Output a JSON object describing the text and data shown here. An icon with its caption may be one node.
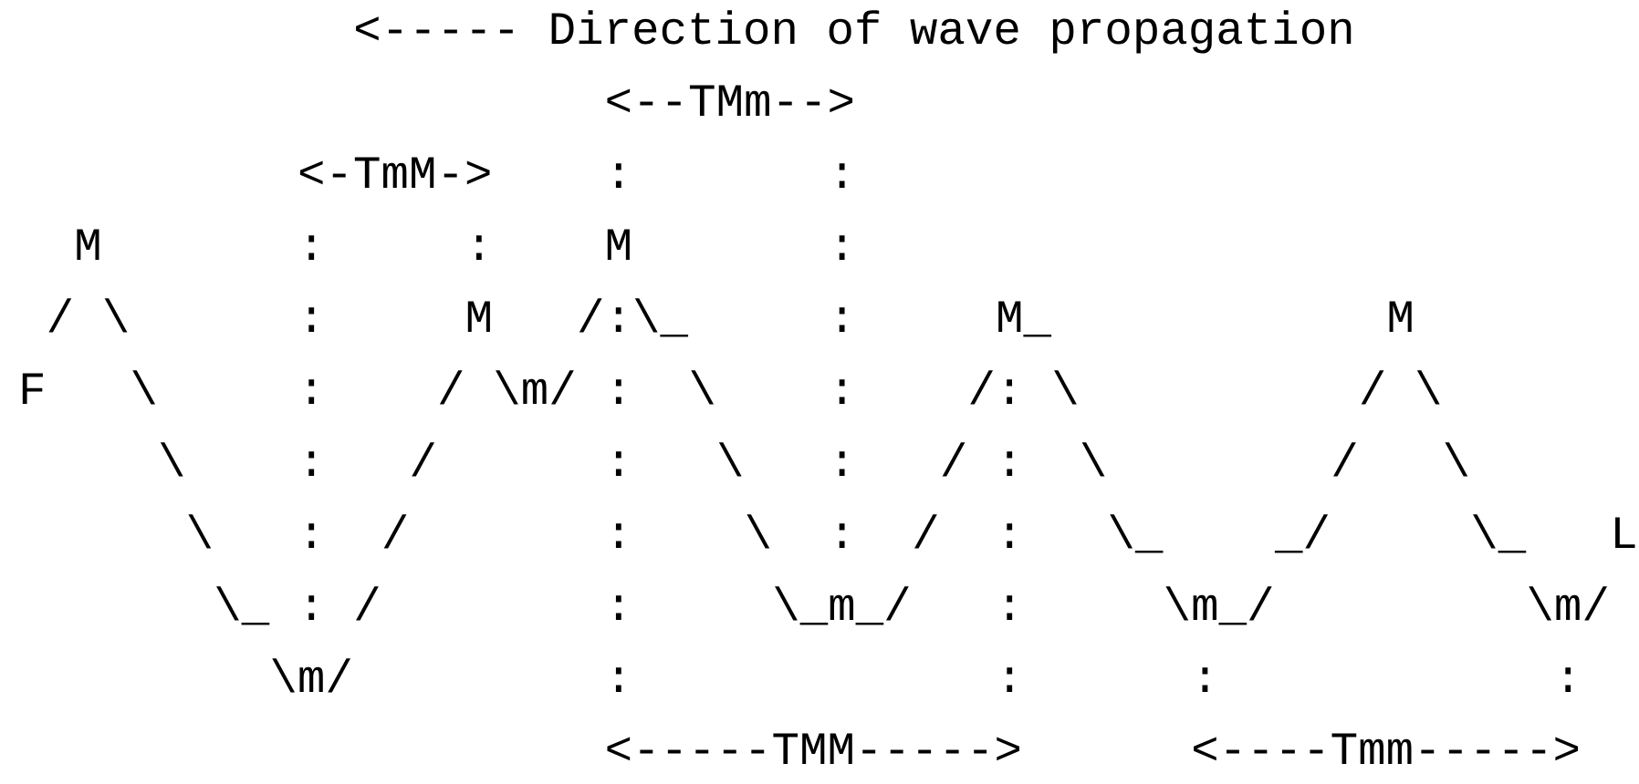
{
  "diagram": {
    "labels": [
      "<----- Direction of wave propagation",
      "<--TMm-->",
      "<-TmM->",
      ":",
      ":",
      "M",
      ":",
      ":",
      "M",
      ":",
      "/",
      "\\",
      ":",
      "M",
      "/:\\_",
      ":",
      "M_",
      "M",
      "F",
      "\\",
      ":",
      "/",
      "\\m/",
      ":",
      "\\",
      ":",
      "/:",
      "\\",
      "/",
      "\\",
      "\\",
      ":",
      "/",
      ":",
      "\\",
      ":",
      "/",
      ":",
      "\\",
      "/",
      "\\",
      "\\",
      ":",
      "/",
      ":",
      "\\",
      ":",
      "/",
      ":",
      "\\_",
      "_/",
      "\\_",
      "L",
      "\\_",
      ":",
      "/",
      ":",
      "\\_m_/",
      ":",
      "\\m_/",
      "\\m/",
      "\\m/",
      ":",
      ":",
      ":",
      ":",
      "<-----TMM----->",
      "<----Tmm----->"
    ]
  }
}
